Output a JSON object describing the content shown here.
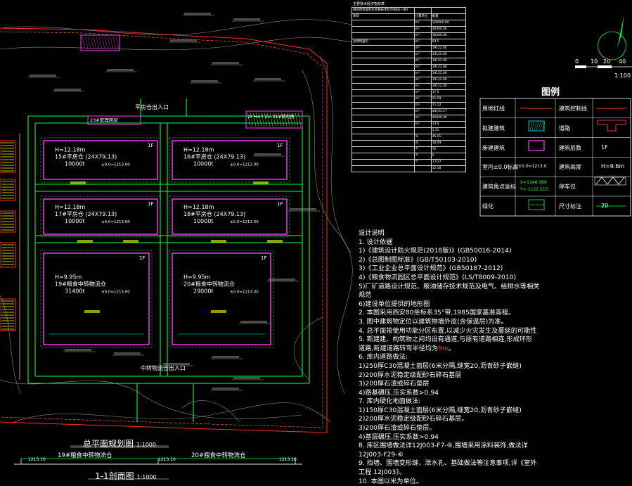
{
  "table": {
    "title": "主要技术经济指标表",
    "rows": [
      {
        "name": "规划用地面积及主要技术经济指标(一期)",
        "unit": "",
        "val": ""
      },
      {
        "name": "项目",
        "unit": "计量单位",
        "val": "数量"
      },
      {
        "name": "",
        "unit": "m²",
        "val": "120000.00"
      },
      {
        "name": "",
        "unit": "m²",
        "val": "30000.00"
      },
      {
        "name": "",
        "unit": "m²",
        "val": "30000.00"
      },
      {
        "name": "总建筑面积",
        "unit": "m²",
        "val": "93.5"
      },
      {
        "name": "",
        "unit": "m²",
        "val": "19122.00"
      },
      {
        "name": "",
        "unit": "m²",
        "val": "19122.00"
      },
      {
        "name": "",
        "unit": "m²",
        "val": "19122.00"
      },
      {
        "name": "",
        "unit": "m²",
        "val": "19122.00"
      },
      {
        "name": "",
        "unit": "m²",
        "val": "19122.00"
      },
      {
        "name": "",
        "unit": "m²",
        "val": "19122.00"
      },
      {
        "name": "",
        "unit": "m²",
        "val": "19122.00"
      },
      {
        "name": "",
        "unit": "m²",
        "val": "17.5"
      },
      {
        "name": "",
        "unit": "m²",
        "val": "21.59"
      },
      {
        "name": "",
        "unit": "m²",
        "val": "71.12"
      },
      {
        "name": "",
        "unit": "m²",
        "val": "44241.17"
      },
      {
        "name": "",
        "unit": "m²",
        "val": "40000.00"
      },
      {
        "name": "",
        "unit": "m²",
        "val": "13.4"
      },
      {
        "name": "",
        "unit": "",
        "val": "1.11"
      },
      {
        "name": "",
        "unit": "%",
        "val": "45.01"
      },
      {
        "name": "",
        "unit": "%",
        "val": "18.09"
      },
      {
        "name": "",
        "unit": "个",
        "val": "72"
      },
      {
        "name": "",
        "unit": "个",
        "val": "2"
      },
      {
        "name": "",
        "unit": "个",
        "val": "17/37"
      },
      {
        "name": "",
        "unit": "",
        "val": "12.18"
      }
    ]
  },
  "legend": {
    "title": "图例",
    "items": [
      {
        "a": "用地红线",
        "b": "建筑控制线"
      },
      {
        "a": "拟建建筑",
        "b": "道路"
      },
      {
        "a": "新建建筑",
        "b": "建筑层数",
        "bv": "1F"
      },
      {
        "a": "室内±0.0标高",
        "av": "±0.0=1213.0",
        "b": "建筑高度",
        "bv": "H=9.6m"
      },
      {
        "a": "建筑角点坐标",
        "av1": "X=1248.988",
        "av2": "Y=-1122.215",
        "b": "停车位"
      },
      {
        "a": "绿化",
        "b": "尺寸标注",
        "bv": "20"
      }
    ]
  },
  "scale": {
    "ticks": [
      "0",
      "10",
      "20",
      "40"
    ],
    "ratio": "1:100"
  },
  "buildings": [
    {
      "f": "1F",
      "h": "H=12.18m",
      "name": "15#平房仓 (24X79.13)",
      "cap": "10000t",
      "lvl": "±0.0=1213.00"
    },
    {
      "f": "1F",
      "h": "H=12.18m",
      "name": "16#平房仓 (24X79.13)",
      "cap": "10000t",
      "lvl": "±0.0=1213.00"
    },
    {
      "f": "1F",
      "h": "H=12.18m",
      "name": "17#平房仓 (24X79.13)",
      "cap": "10000t",
      "lvl": "±0.0=1213.00"
    },
    {
      "f": "1F",
      "h": "H=12.18m",
      "name": "18#平房仓 (24X79.13)",
      "cap": "10000t",
      "lvl": "±0.0=1213.00"
    },
    {
      "f": "1F",
      "h": "H=9.95m",
      "name": "19#粮食中转物流仓",
      "cap": "31400t",
      "lvl": "±0.0=1213.00"
    },
    {
      "f": "1F",
      "h": "H=9.95m",
      "name": "20#粮食中转物流仓",
      "cap": "29000t",
      "lvl": "±0.0=1213.00"
    }
  ],
  "labels": {
    "top_entrance": "平房仓出入口",
    "top_left_bldg": "23#管理用房",
    "right_small": "2F H=7.2m 21#配电房",
    "bottom_entrance": "中转物流仓出入口",
    "plan_title": "总平面规划图",
    "plan_scale": "1:1000",
    "section_title": "1-1剖面图",
    "section_scale": "1:1000",
    "sec_left": "19#粮食中转物流仓",
    "sec_right": "20#粮食中转物流仓",
    "sec_lvl_left": "1213.10",
    "sec_lvl_mid": "1213.10",
    "sec_lvl_right": "1213.10"
  },
  "notes": [
    "设计说明",
    "1. 设计依据",
    "1)《建筑设计防火规范(2018版)》(GB50016-2014)",
    "2)《总图制图标准》(GB/T50103-2010)",
    "3)《工业企业总平面设计规范》(GB50187-2012)",
    "4)《粮食物流园区总平面设计规范》(LS/T8009-2010)",
    "5)厂矿道路设计规范、粮油储存技术规范及电气、给排水等相关",
    "规范",
    "6)建设单位提供的地形图",
    "2. 本图采用西安80坐标系35°带,1985国家基准高程。",
    "3. 图中建筑物定位以建筑物墙外皮(含保温层)为准。",
    "4. 总平面按使用功能分区布置,以减少火灾发生及蔓延的可能性",
    "5. 新建建、构筑物之间均设有通道,与原有道路相连,形成环形",
    "道路,新建道路转弯半径均为9m。",
    "6. 库内道路做法:",
    "1)250厚C30混凝土面层(6米分隔,缝宽20,沥青砂子嵌缝)",
    "2)200厚水泥稳定级配砂石碎石基层",
    "3)200厚石渣或碎石垫层",
    "4)路基碾压,压实系数>0.94",
    "7. 库内硬化地面做法:",
    "1)150厚C30混凝土面层(6米分隔,缝宽20,沥青砂子嵌缝)",
    "2)200厚水泥稳定级配砂石碎石基层。",
    "3)200厚石渣或碎石垫层。",
    "4)基层碾压,压实系数>0.94",
    "8. 库区围墙做法详12J003-F7-⑧,围墙采用涂料装饰,做法详",
    "12J003-F29-⑥",
    "9. 挡墙、围墙变形缝、泄水孔、基础做法等注意事项,详《室外",
    "工程 12J003》。",
    "10. 本图以米为单位。"
  ],
  "colors": {
    "boundary": "#ff2a2a",
    "road": "#00ff3c",
    "building": "#ff3cff",
    "text": "#ffffff",
    "label": "#ffff00",
    "contour": "#c8c8c8",
    "cyan": "#00ffff"
  }
}
